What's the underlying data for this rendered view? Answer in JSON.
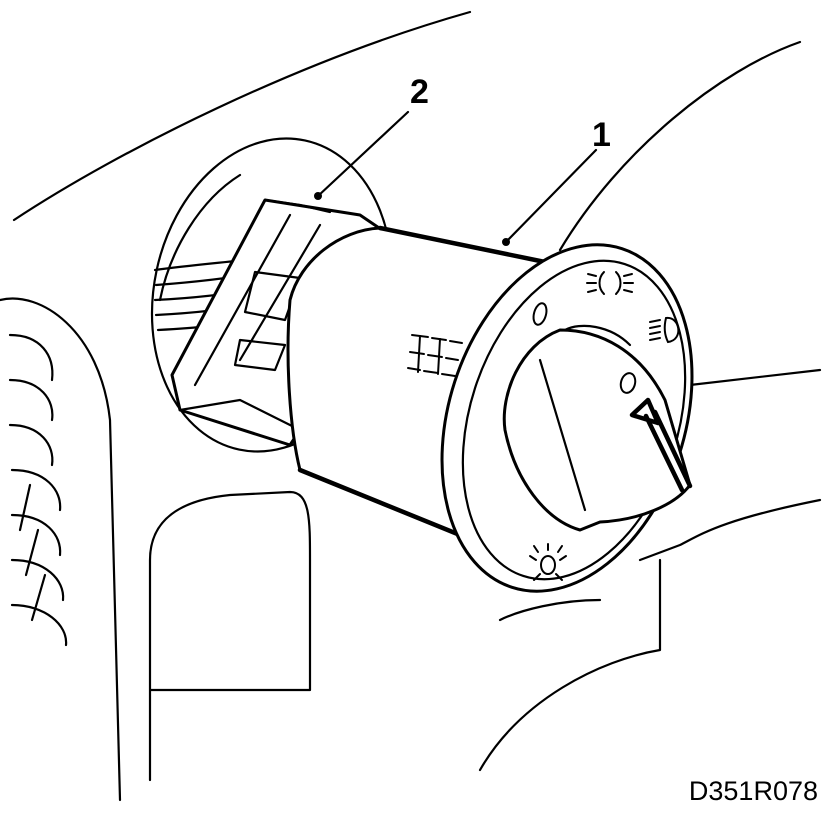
{
  "figure": {
    "reference_code": "D351R078",
    "callouts": [
      {
        "number": "1"
      },
      {
        "number": "2"
      }
    ]
  }
}
